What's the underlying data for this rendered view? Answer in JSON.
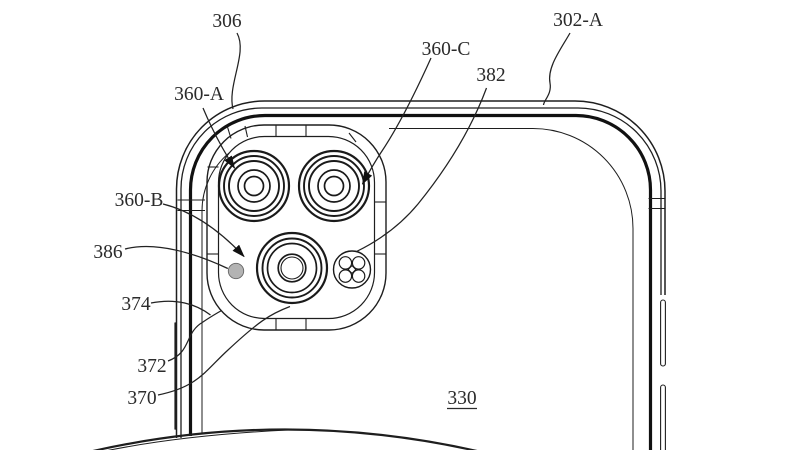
{
  "figure": {
    "kind": "patent-line-drawing",
    "reference_labels": [
      {
        "id": "306",
        "text": "306"
      },
      {
        "id": "302-A",
        "text": "302-A"
      },
      {
        "id": "360-C",
        "text": "360-C"
      },
      {
        "id": "382",
        "text": "382"
      },
      {
        "id": "360-A",
        "text": "360-A"
      },
      {
        "id": "360-B",
        "text": "360-B"
      },
      {
        "id": "386",
        "text": "386"
      },
      {
        "id": "374",
        "text": "374"
      },
      {
        "id": "372",
        "text": "372"
      },
      {
        "id": "370",
        "text": "370"
      },
      {
        "id": "330",
        "text": "330",
        "underlined": true
      }
    ],
    "colors": {
      "ink": "#1e1e1e",
      "band": "#111111",
      "background": "#ffffff",
      "mic_dot_fill": "#b3b3b3"
    }
  }
}
